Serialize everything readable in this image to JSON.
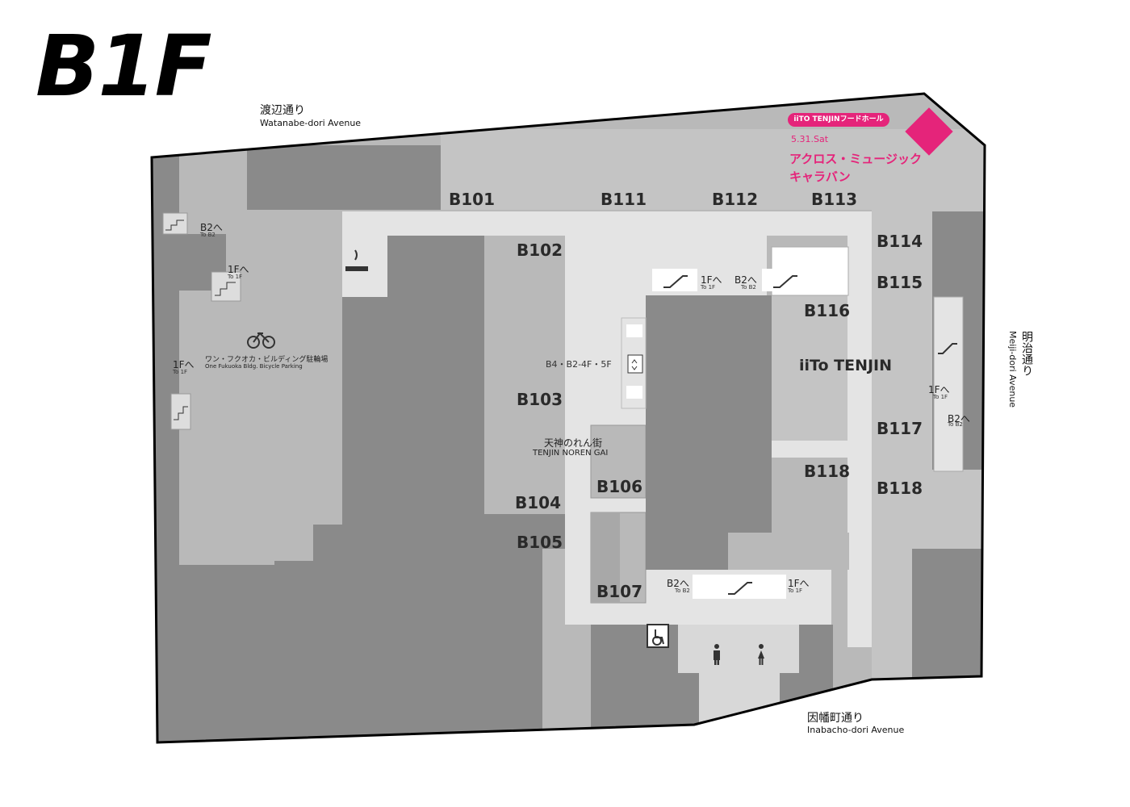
{
  "floor": {
    "title": "B1F"
  },
  "streets": {
    "north": {
      "jp": "渡辺通り",
      "en": "Watanabe-dori Avenue"
    },
    "east": {
      "jp": "明治通り",
      "en": "Meiji-dori Avenue"
    },
    "south": {
      "jp": "因幡町通り",
      "en": "Inabacho-dori Avenue"
    }
  },
  "shops": {
    "b101": "B101",
    "b102": "B102",
    "b103": "B103",
    "b104": "B104",
    "b105": "B105",
    "b106": "B106",
    "b107": "B107",
    "b111": "B111",
    "b112": "B112",
    "b113": "B113",
    "b114": "B114",
    "b115": "B115",
    "b116": "B116",
    "b117": "B117",
    "b118a": "B118",
    "b118b": "B118"
  },
  "areas": {
    "iito": "iiTo TENJIN",
    "noren_jp": "天神のれん街",
    "noren_en": "TENJIN NOREN GAI",
    "bicycle_jp": "ワン・フクオカ・ビルディング駐輪場",
    "bicycle_en": "One Fukuoka Bldg. Bicycle Parking",
    "elevator": "B4・B2-4F・5F"
  },
  "event": {
    "badge": "iiTO TENJINフードホール",
    "date": "5.31.Sat",
    "name_line1": "アクロス・ミュージック",
    "name_line2": "キャラバン",
    "color": "#e5247a"
  },
  "directions": {
    "to_b2_jp": "B2へ",
    "to_b2_en": "To B2",
    "to_1f_jp": "1Fへ",
    "to_1f_en": "To 1F"
  },
  "colors": {
    "dark": "#8a8a8a",
    "medium": "#b9b9b9",
    "light": "#d0d0d0",
    "corridor": "#e4e4e4",
    "accent": "#e5247a"
  },
  "icons": [
    "escalator-icon",
    "stairs-icon",
    "elevator-icon",
    "smoking-icon",
    "bicycle-icon",
    "wheelchair-icon",
    "mens-restroom-icon",
    "womens-restroom-icon"
  ]
}
